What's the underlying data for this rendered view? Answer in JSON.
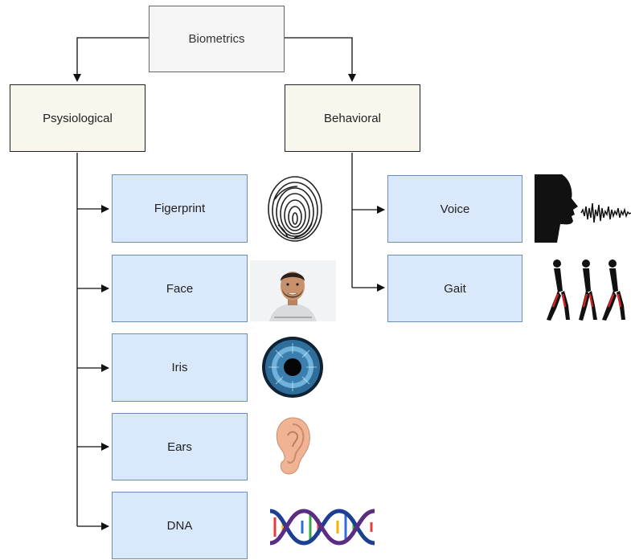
{
  "root": {
    "label": "Biometrics"
  },
  "categories": [
    {
      "label": "Psysiological"
    },
    {
      "label": "Behavioral"
    }
  ],
  "physiological": [
    {
      "label": "Figerprint",
      "icon": "fingerprint-icon"
    },
    {
      "label": "Face",
      "icon": "face-photo"
    },
    {
      "label": "Iris",
      "icon": "iris-icon"
    },
    {
      "label": "Ears",
      "icon": "ear-icon"
    },
    {
      "label": "DNA",
      "icon": "dna-icon"
    }
  ],
  "behavioral": [
    {
      "label": "Voice",
      "icon": "voice-icon"
    },
    {
      "label": "Gait",
      "icon": "gait-icon"
    }
  ],
  "colors": {
    "root_fill": "#f5f5f5",
    "category_fill": "#f9f7ed",
    "leaf_fill": "#dae8fc",
    "leaf_stroke": "#6c8ebf"
  }
}
